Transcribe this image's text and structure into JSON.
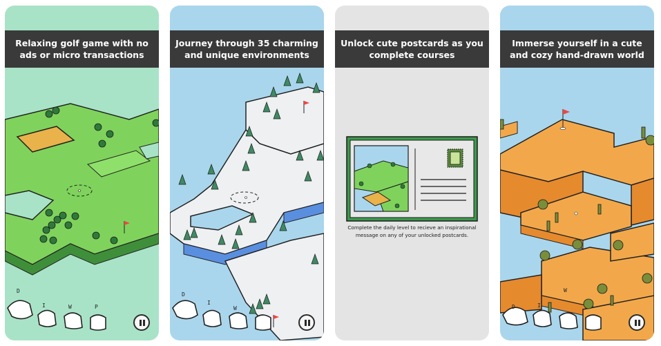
{
  "cards": [
    {
      "banner": "Relaxing golf game with no ads or micro transactions",
      "bg": "#a8e3c7",
      "clubs": [
        "D",
        "I",
        "W",
        "P"
      ]
    },
    {
      "banner": "Journey through 35 charming and unique environments",
      "bg": "#a9d6ec",
      "clubs": [
        "D",
        "I",
        "W"
      ]
    },
    {
      "banner": "Unlock cute postcards as you complete courses",
      "bg": "#e4e4e4",
      "caption": "Complete the daily level to recieve an inspirational message on any of your unlocked postcards."
    },
    {
      "banner": "Immerse yourself in a cute and cozy hand-drawn world",
      "bg": "#a9d6ec",
      "clubs": [
        "D",
        "I",
        "W"
      ]
    }
  ],
  "icons": {
    "pause": "pause-icon",
    "flag": "flag-icon",
    "club": "golf-club-icon",
    "tree": "tree-icon",
    "stamp": "stamp-icon"
  },
  "colors": {
    "banner": "#3a3a3a",
    "grass": "#7fd35c",
    "sand": "#e9b24a",
    "water": "#a9d6ec",
    "snow": "#eef0f2",
    "desert": "#f2a84a",
    "postcard": "#3c9a4c"
  }
}
